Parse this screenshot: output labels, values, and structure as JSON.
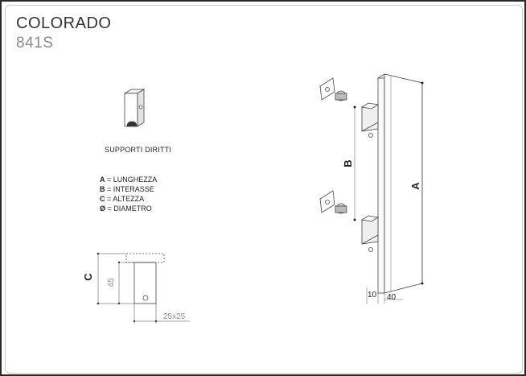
{
  "product": {
    "name": "COLORADO",
    "code": "841S"
  },
  "caption": "SUPPORTI DIRITTI",
  "legend": [
    {
      "key": "A",
      "text": " = LUNGHEZZA"
    },
    {
      "key": "B",
      "text": " = INTERASSE"
    },
    {
      "key": "C",
      "text": " = ALTEZZA"
    },
    {
      "key": "Ø",
      "text": " = DIAMETRO"
    }
  ],
  "dimensions": {
    "support_height_letter": "C",
    "support_height_value": "45",
    "support_section": "25x25",
    "handle_length_letter": "A",
    "handle_spacing_letter": "B",
    "bar_depth": "10",
    "bar_width": "40"
  }
}
